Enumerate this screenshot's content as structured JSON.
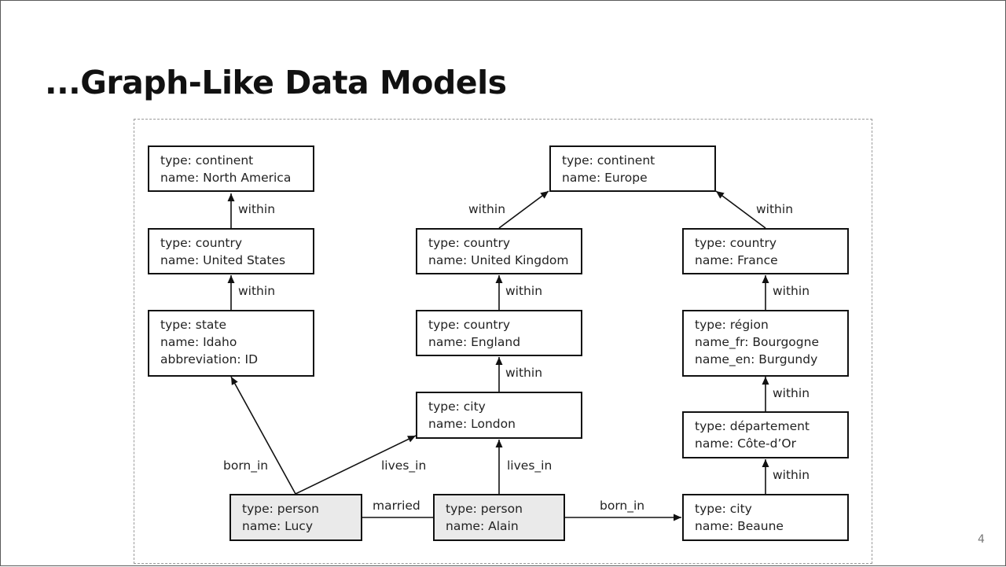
{
  "slide": {
    "title": "...Graph-Like Data Models",
    "page_number": "4"
  },
  "nodes": {
    "north_america": [
      "type: continent",
      "name: North America"
    ],
    "europe": [
      "type: continent",
      "name: Europe"
    ],
    "united_states": [
      "type: country",
      "name: United States"
    ],
    "united_kingdom": [
      "type: country",
      "name: United Kingdom"
    ],
    "france": [
      "type: country",
      "name: France"
    ],
    "idaho": [
      "type: state",
      "name: Idaho",
      "abbreviation: ID"
    ],
    "england": [
      "type: country",
      "name: England"
    ],
    "burgundy": [
      "type: région",
      "name_fr: Bourgogne",
      "name_en: Burgundy"
    ],
    "london": [
      "type: city",
      "name: London"
    ],
    "cote_dor": [
      "type: département",
      "name: Côte-d’Or"
    ],
    "lucy": [
      "type: person",
      "name: Lucy"
    ],
    "alain": [
      "type: person",
      "name: Alain"
    ],
    "beaune": [
      "type: city",
      "name: Beaune"
    ]
  },
  "edges": {
    "us_within": "within",
    "idaho_within": "within",
    "uk_within": "within",
    "france_within": "within",
    "england_within": "within",
    "london_within": "within",
    "burgundy_within": "within",
    "cote_dor_within": "within",
    "beaune_within": "within",
    "lucy_born_in": "born_in",
    "lucy_lives_in": "lives_in",
    "alain_lives_in": "lives_in",
    "married": "married",
    "alain_born_in": "born_in"
  }
}
